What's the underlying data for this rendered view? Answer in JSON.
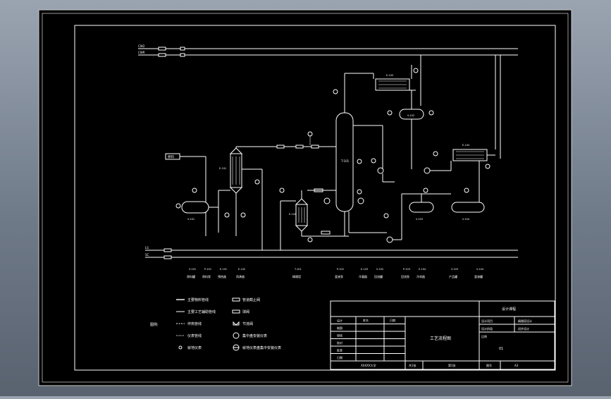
{
  "drawing": {
    "stream_labels": {
      "top_1": "CW2",
      "top_2": "CWR",
      "bottom_1": "LS",
      "bottom_2": "SC"
    },
    "feed_tag": "原料",
    "column_tag": "T-101",
    "equipment_tags": {
      "preheater": "E-101",
      "reboiler": "E-102",
      "condenser": "E-103",
      "product_cooler": "E-104",
      "feed_tank": "V-101",
      "reflux_drum": "V-102",
      "product_tank_a": "V-103",
      "product_tank_b": "V-104"
    },
    "equipment_list": [
      {
        "tag": "V-101",
        "name": "原料罐"
      },
      {
        "tag": "P-101",
        "name": "原料泵"
      },
      {
        "tag": "E-101",
        "name": "预热器"
      },
      {
        "tag": "E-102",
        "name": "再沸器"
      },
      {
        "tag": "T-101",
        "name": "精馏塔"
      },
      {
        "tag": "P-102",
        "name": "釜液泵"
      },
      {
        "tag": "E-103",
        "name": "冷凝器"
      },
      {
        "tag": "V-102",
        "name": "回流罐"
      },
      {
        "tag": "P-103",
        "name": "回流泵"
      },
      {
        "tag": "E-104",
        "name": "冷却器"
      },
      {
        "tag": "V-103",
        "name": "产品罐"
      },
      {
        "tag": "V-104",
        "name": "釜液罐"
      }
    ]
  },
  "legend": {
    "heading": "图例:",
    "col1": [
      "主要物料管线",
      "主要工艺辅助管线",
      "伴热管线",
      "仪表管线",
      "就地仪表"
    ],
    "col2": [
      "管道截止阀",
      "球阀",
      "节流阀",
      "集中盘安装仪表",
      "就地仪表盘集中安装仪表"
    ]
  },
  "title_block": {
    "project_name": "设计课程",
    "drawing_title": "工艺流程图",
    "rows_left": [
      "设计",
      "制图",
      "审核",
      "校对",
      "批准",
      "日期"
    ],
    "row_labels": {
      "r1_c2": "姓名",
      "r1_c3": "日期"
    },
    "right_rows": [
      {
        "label": "设计项目",
        "value": "精馏塔设计"
      },
      {
        "label": "设计阶段",
        "value": "初步设计"
      }
    ],
    "scale_label": "比例",
    "sheet_number": "01",
    "bottom_left": "XXXXX大学",
    "bottom_mid_label": "共1张",
    "bottom_mid_value": "第1张",
    "bottom_right_label": "图号",
    "bottom_right_value": "A3"
  }
}
